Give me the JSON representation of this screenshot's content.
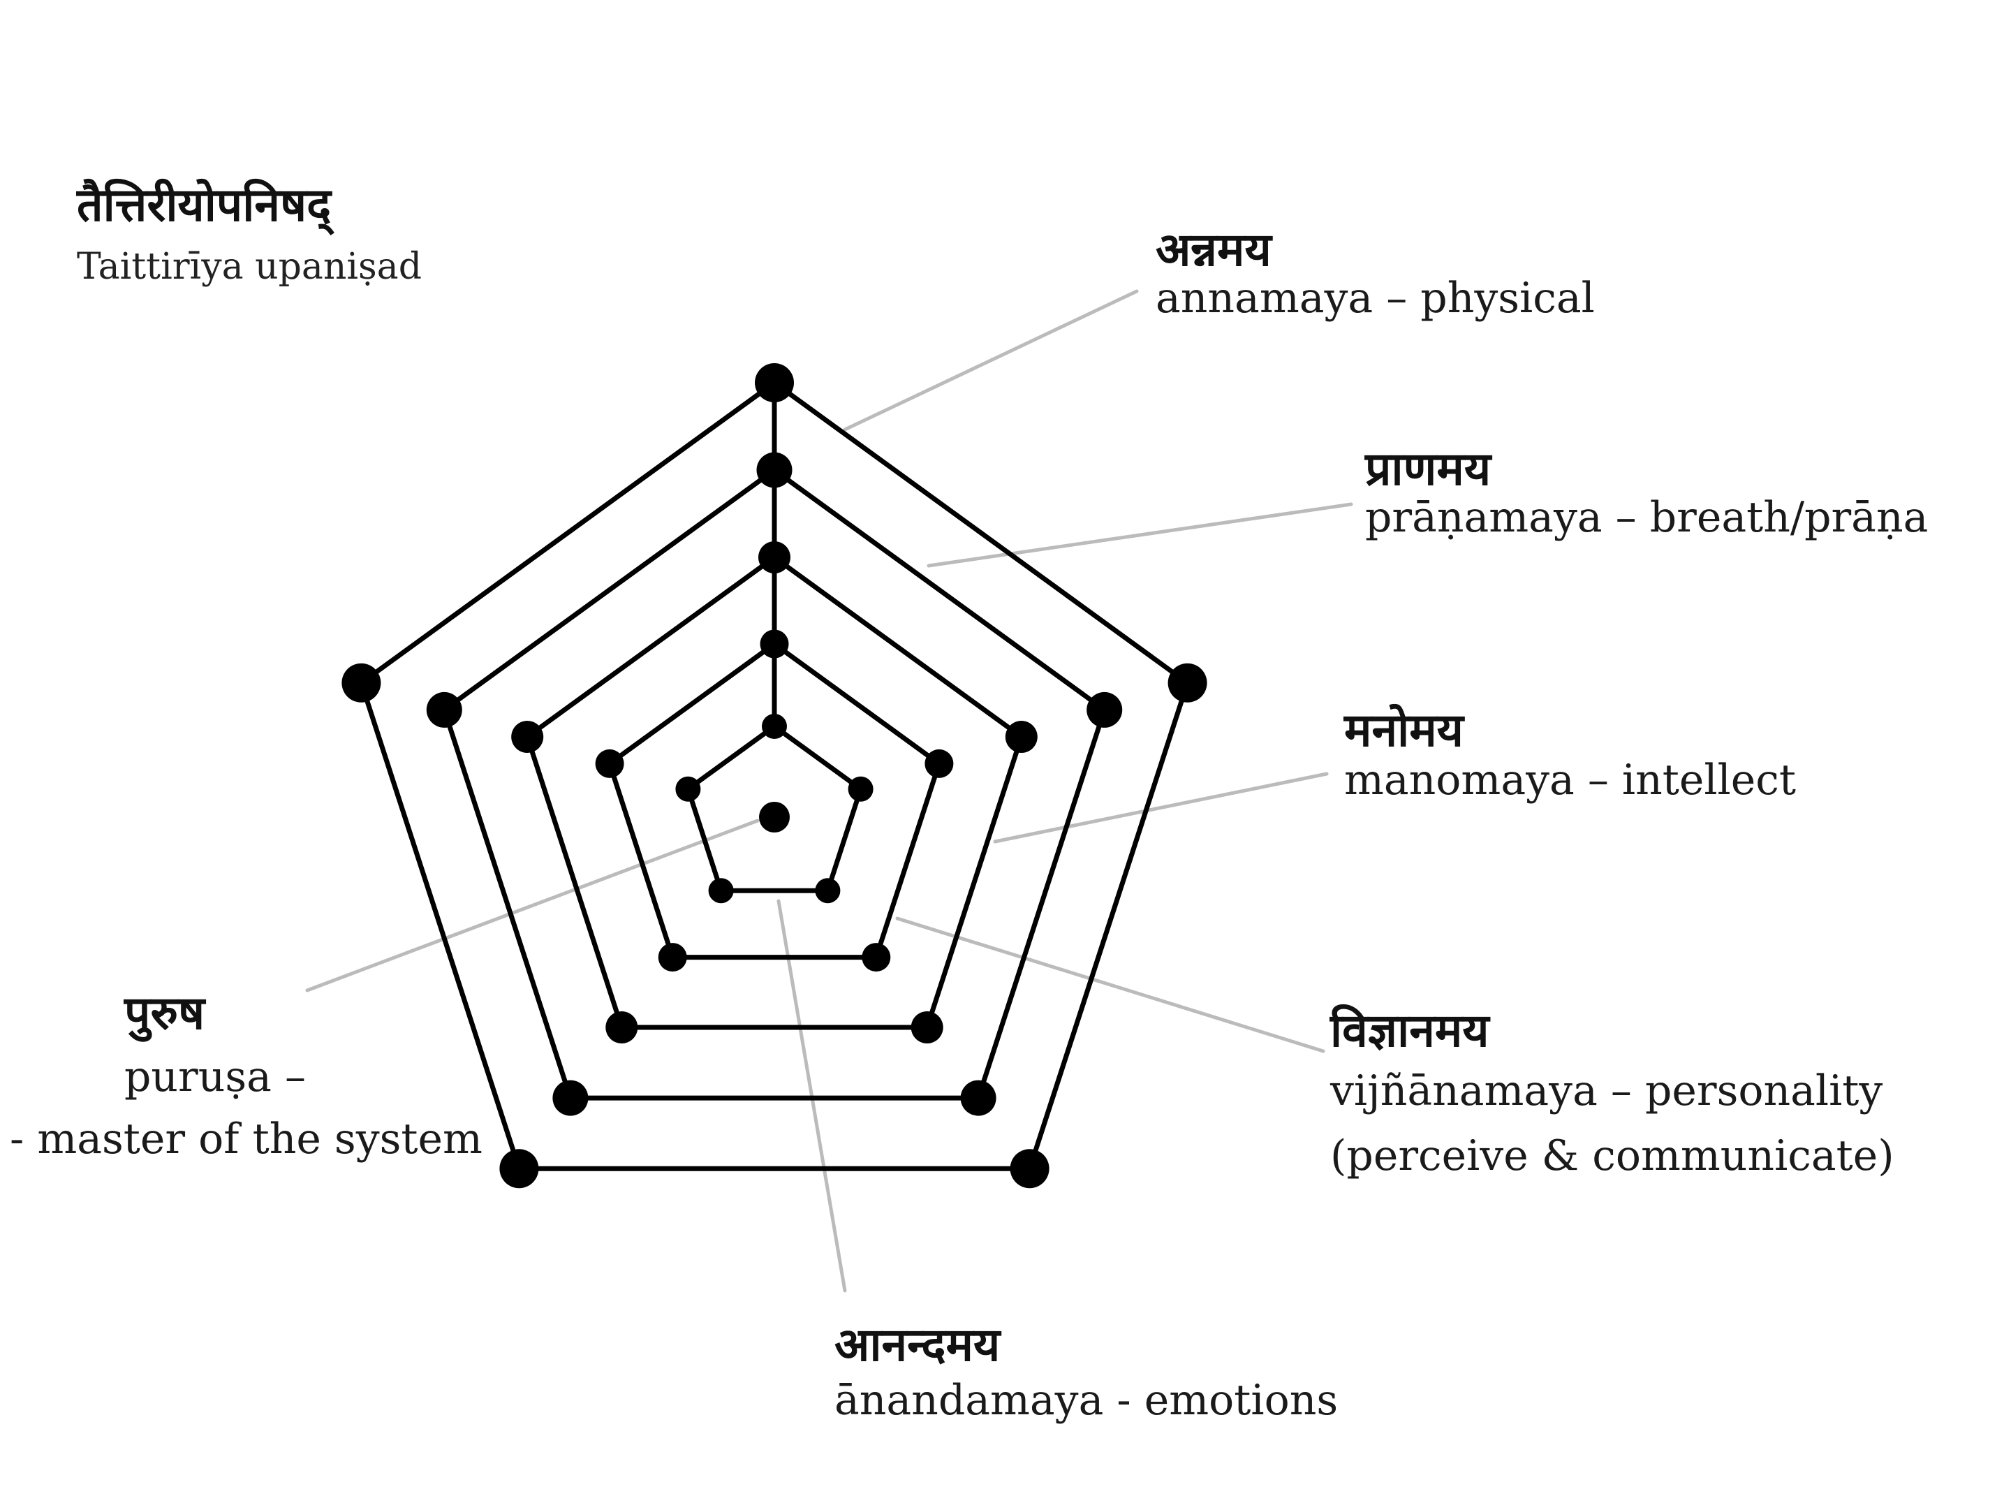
{
  "title": {
    "devanagari": "तैत्तिरीयोपनिषद्",
    "roman": "Taittirīya upaniṣad"
  },
  "koshas": [
    {
      "id": "annamaya",
      "devanagari": "अन्नमय",
      "roman": "annamaya – physical"
    },
    {
      "id": "pranamaya",
      "devanagari": "प्राणमय",
      "roman": "prāṇamaya – breath/prāṇa"
    },
    {
      "id": "manomaya",
      "devanagari": "मनोमय",
      "roman": "manomaya – intellect"
    },
    {
      "id": "vijnanamaya",
      "devanagari": "विज्ञानमय",
      "roman": "vijñānamaya – personality",
      "roman2": "(perceive & communicate)"
    },
    {
      "id": "anandamaya",
      "devanagari": "आनन्दमय",
      "roman": "ānandamaya - emotions"
    }
  ],
  "purusha": {
    "devanagari": "पुरुष",
    "roman": "puruṣa –",
    "roman2": "- master of the system"
  },
  "colors": {
    "line": "#000000",
    "leader": "#bbbbbb",
    "text": "#111111"
  },
  "diagram": {
    "type": "concentric-pentagons",
    "rings": 5,
    "center_dot": true
  }
}
